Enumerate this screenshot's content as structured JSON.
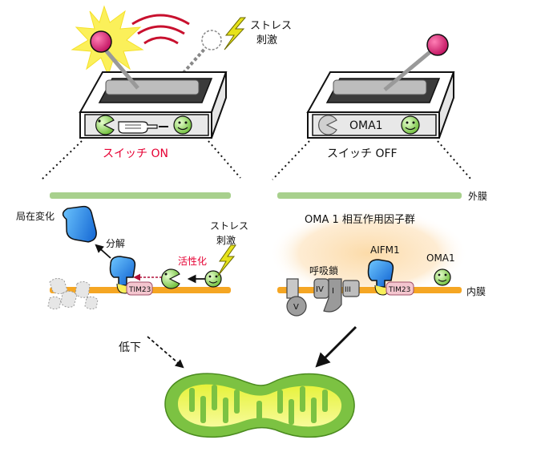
{
  "switch_on": {
    "label": "スイッチ ON",
    "stress_label_line1": "ストレス",
    "stress_label_line2": "刺激"
  },
  "switch_off": {
    "label": "スイッチ OFF",
    "panel_text": "OMA1"
  },
  "membranes": {
    "outer": "外膜",
    "inner": "内膜"
  },
  "left_panel": {
    "relocalization": "局在変化",
    "cleavage": "分解",
    "activation": "活性化",
    "stress_line1": "ストレス",
    "stress_line2": "刺激",
    "tim23": "TIM23"
  },
  "right_panel": {
    "group_title": "OMA 1 相互作用因子群",
    "respiratory_chain": "呼吸鎖",
    "aifm1": "AIFM1",
    "oma1": "OMA1",
    "tim23": "TIM23",
    "complex_v": "V",
    "complex_iv": "IV",
    "complex_i": "I",
    "complex_iii": "III"
  },
  "bottom": {
    "decrease": "低下"
  },
  "colors": {
    "switch_on_red": "#e60033",
    "knob_magenta": "#d6146c",
    "membrane_orange": "#f5a623",
    "outer_membrane_green": "#a8d08d",
    "oma1_green": "#8dc63f",
    "protein_blue": "#1e88e5",
    "tim23_pink": "#f4c6cf",
    "mito_green": "#7cc242",
    "mito_yellow": "#e8f020",
    "halo_orange": "#fde2b8"
  },
  "icons": [
    "sun-burst-icon",
    "lightning-icon",
    "pointing-hand-icon",
    "pacman-icon",
    "smiley-icon"
  ]
}
